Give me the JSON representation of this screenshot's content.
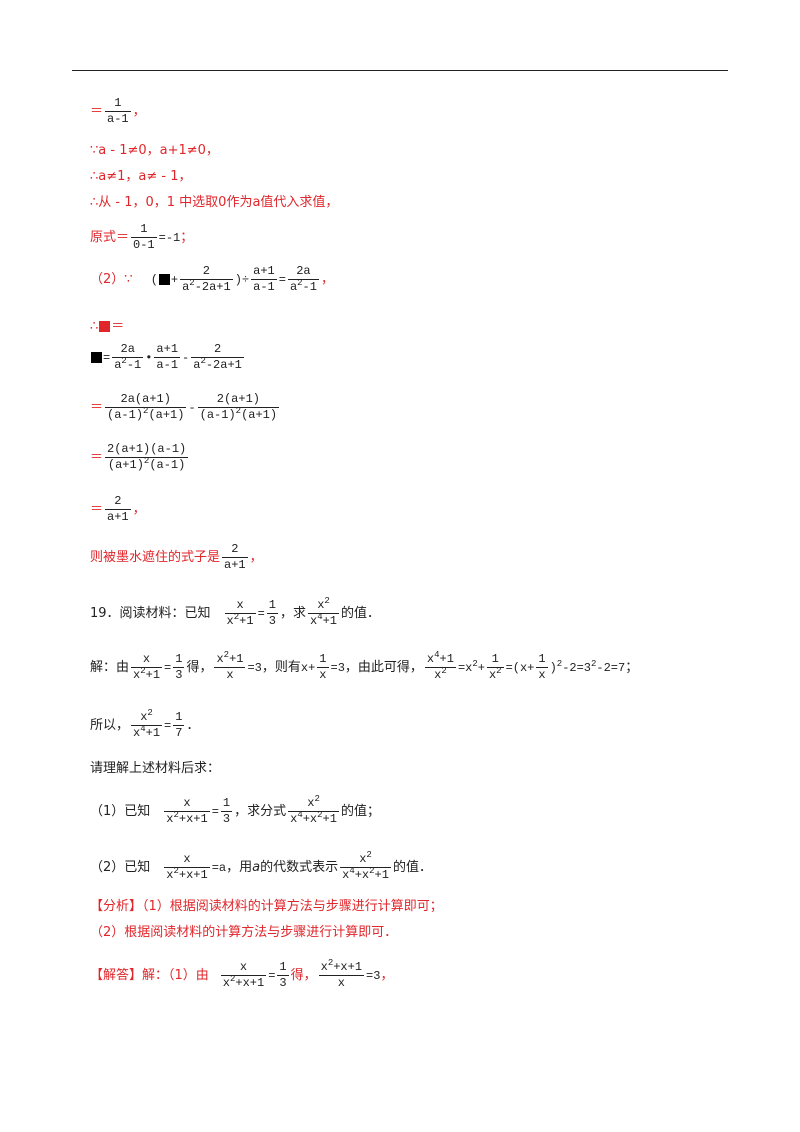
{
  "part1": {
    "frac_end": "1 / (a-1)",
    "cond_because": "∵a - 1≠0，a+1≠0，",
    "cond_therefore": "∴a≠1，a≠ - 1，",
    "choose": "∴从 - 1，0，1 中选取0作为a值代入求值，",
    "eval_label": "原式＝",
    "eval_frac": "1 / (0-1)",
    "eval_result": "=-1",
    "semicolon": "；"
  },
  "part2": {
    "label": "（2）∵",
    "given_lhs_frac": "2 / (a²-2a+1)",
    "given_mid": "÷ (a+1)/(a-1)",
    "given_rhs_frac": "2a / (a²-1)",
    "therefore_label": "∴",
    "step1_a": "2a / (a²-1)",
    "step1_b": "(a+1)/(a-1)",
    "step1_c": "2 / (a²-2a+1)",
    "step2_a": "2a(a+1) / ((a-1)²(a+1))",
    "step2_b": "2(a+1) / ((a-1)²(a+1))",
    "step3": "2(a+1)(a-1) / ((a+1)²(a-1))",
    "step4": "2 / (a+1)",
    "conclusion": "则被墨水遮住的式子是",
    "conclusion_frac": "2 / (a+1)"
  },
  "q19": {
    "intro": "19．阅读材料：已知",
    "intro_mid": "，求",
    "intro_end": "的值．",
    "sol_label": "解：由",
    "sol_de": "得，",
    "sol_ze": "，则有",
    "sol_ci": "，由此可得，",
    "sol_chain": "= x²+1/x² = (x+1/x)² -2=3²-2=7",
    "sol_semi": "；",
    "suoyi": "所以，",
    "period": "．",
    "please": "请理解上述材料后求：",
    "p1_label": "（1）已知",
    "p1_mid": "，求分式",
    "p1_end": "的值；",
    "p2_label": "（2）已知",
    "p2_mid": "，用",
    "p2_mid2": "的代数式表示",
    "p2_end": "的值．",
    "var_a": "a",
    "analysis_1": "【分析】（1）根据阅读材料的计算方法与步骤进行计算即可；",
    "analysis_2": "（2）根据阅读材料的计算方法与步骤进行计算即可．",
    "answer_label": "【解答】解：（1）由",
    "answer_de": "得，",
    "answer_end": "=3",
    "comma": "，"
  }
}
